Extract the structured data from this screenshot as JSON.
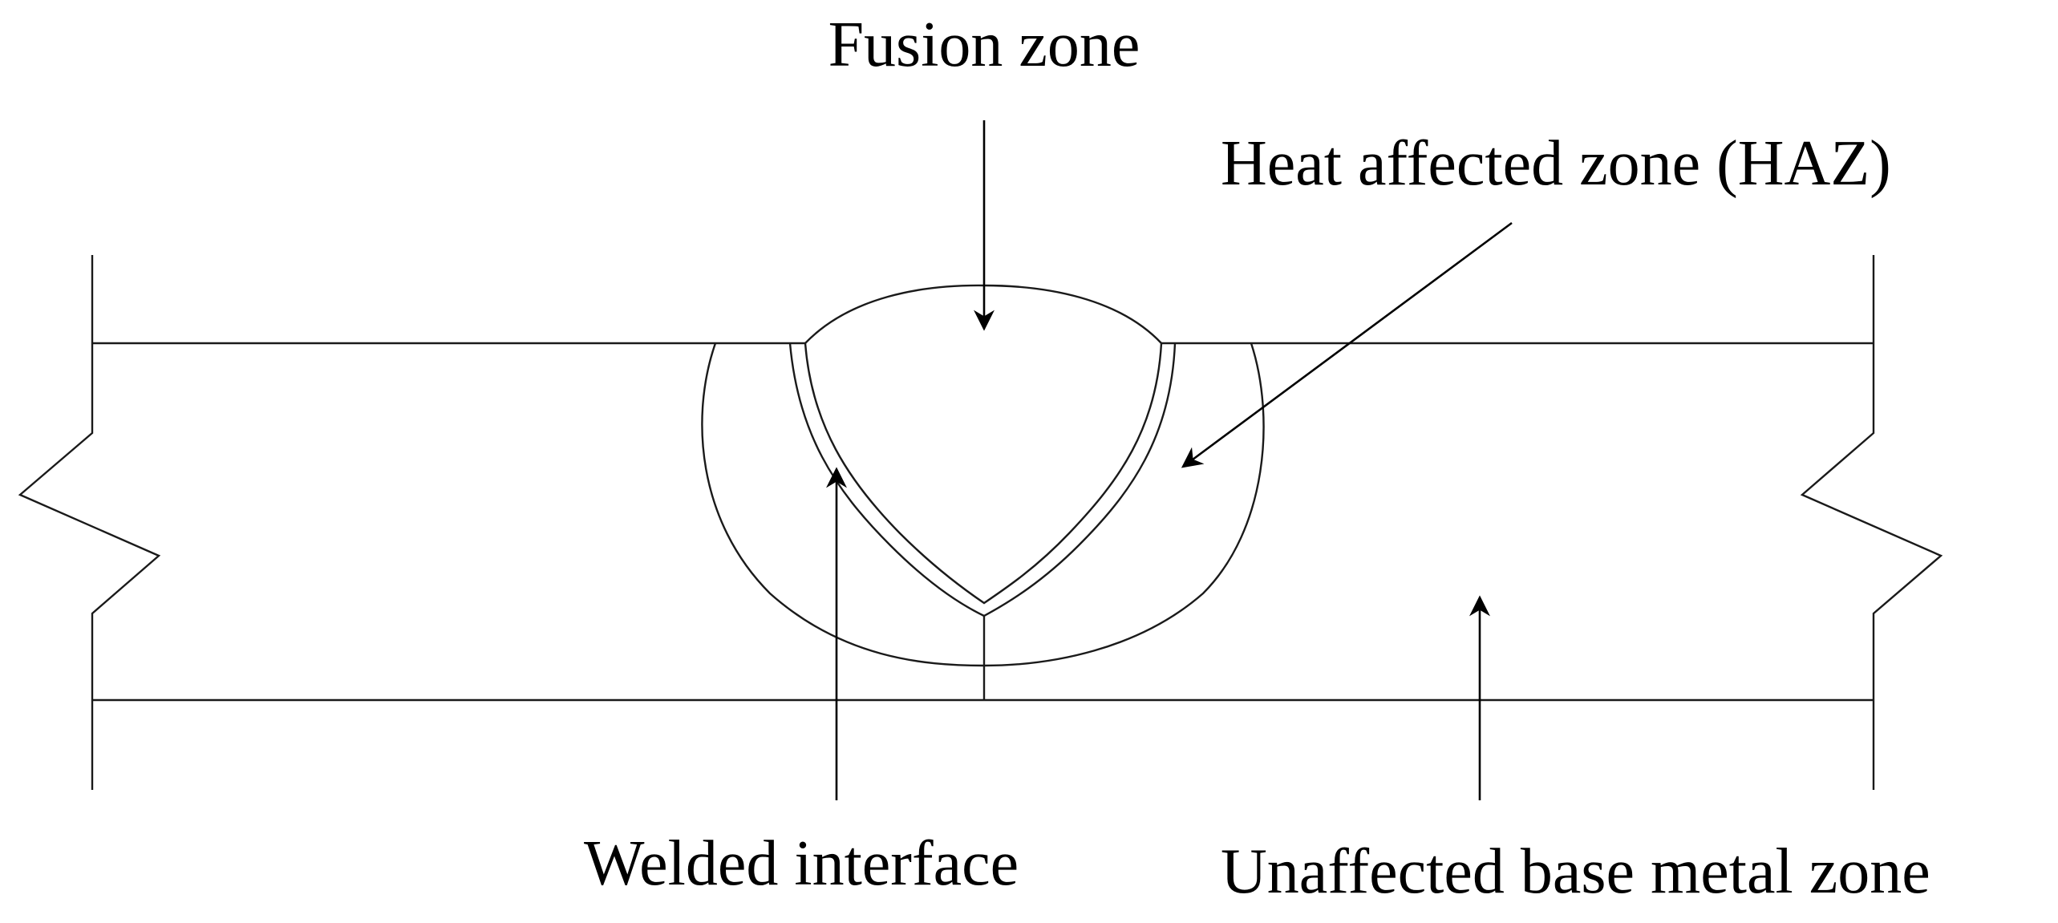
{
  "labels": {
    "fusion_zone": "Fusion zone",
    "haz": "Heat affected zone (HAZ)",
    "welded_interface": "Welded interface",
    "unaffected_base_metal": "Unaffected base metal zone"
  },
  "colors": {
    "line": "#1a1a1a",
    "background": "#ffffff"
  }
}
